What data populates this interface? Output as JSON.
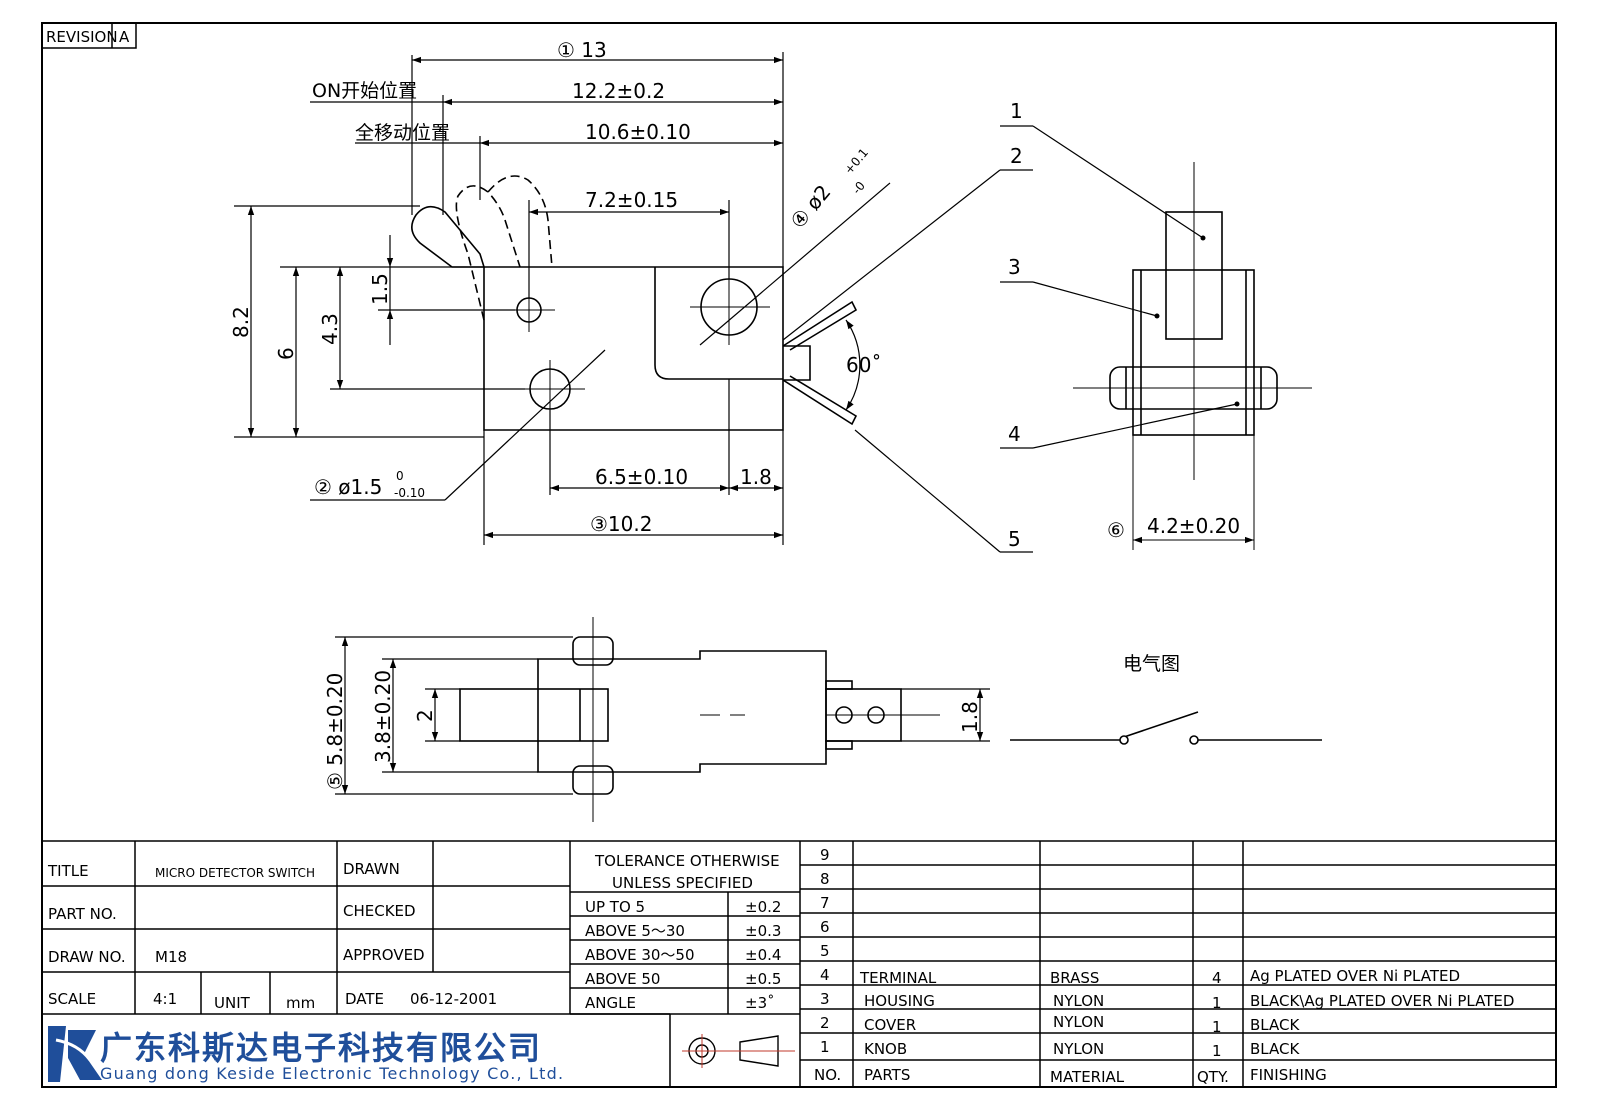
{
  "revision": {
    "label": "REVISION",
    "value": "A"
  },
  "dimensions": {
    "d13": "① 13",
    "d12_2": "12.2±0.2",
    "d10_6": "10.6±0.10",
    "d7_2": "7.2±0.15",
    "d8_2": "8.2",
    "d6": "6",
    "d4_3": "4.3",
    "d1_5": "1.5",
    "hole_small_prefix": "② ø1.5",
    "hole_small_tol_upper": "0",
    "hole_small_tol_lower": "-0.10",
    "d6_5": "6.5±0.10",
    "d1_8": "1.8",
    "d10_2": "③10.2",
    "hole_large": "④ ø2",
    "hole_large_tol_upper": "+0.1",
    "hole_large_tol_lower": "-0",
    "angle": "60˚",
    "d4_2": "4.2±0.20",
    "d4_2_circle": "⑥",
    "d5_8": "⑤ 5.8±0.20",
    "d3_8": "3.8±0.20",
    "d2": "2",
    "d1_8_bottom": "1.8"
  },
  "annotations": {
    "on_start": "ON开始位置",
    "full_travel": "全移动位置",
    "electrical": "电气图"
  },
  "callouts": [
    "1",
    "2",
    "3",
    "4",
    "5"
  ],
  "title_block": {
    "title_label": "TITLE",
    "title_value": "MICRO DETECTOR SWITCH",
    "part_no_label": "PART NO.",
    "part_no_value": "",
    "draw_no_label": "DRAW NO.",
    "draw_no_value": "M18",
    "scale_label": "SCALE",
    "scale_value": "4:1",
    "unit_label": "UNIT",
    "unit_value": "mm",
    "drawn_label": "DRAWN",
    "checked_label": "CHECKED",
    "approved_label": "APPROVED",
    "date_label": "DATE",
    "date_value": "06-12-2001"
  },
  "tolerance": {
    "header1": "TOLERANCE OTHERWISE",
    "header2": "UNLESS SPECIFIED",
    "rows": [
      {
        "range": "UP TO 5",
        "tol": "±0.2"
      },
      {
        "range": "ABOVE 5～30",
        "tol": "±0.3"
      },
      {
        "range": "ABOVE 30～50",
        "tol": "±0.4"
      },
      {
        "range": "ABOVE 50",
        "tol": "±0.5"
      },
      {
        "range": "ANGLE",
        "tol": "±3˚"
      }
    ]
  },
  "company": {
    "cn": "广东科斯达电子科技有限公司",
    "en": "Guang dong Keside Electronic Technology Co., Ltd."
  },
  "bom": {
    "header": {
      "no": "NO.",
      "parts": "PARTS",
      "material": "MATERIAL",
      "qty": "QTY.",
      "finishing": "FINISHING"
    },
    "empty_rows": [
      "9",
      "8",
      "7",
      "6",
      "5"
    ],
    "rows": [
      {
        "no": "4",
        "parts": "TERMINAL",
        "material": "BRASS",
        "qty": "4",
        "finishing": "Ag PLATED OVER Ni PLATED"
      },
      {
        "no": "3",
        "parts": "HOUSING",
        "material": "NYLON",
        "qty": "1",
        "finishing": "BLACK\\Ag PLATED OVER Ni PLATED"
      },
      {
        "no": "2",
        "parts": "COVER",
        "material": "NYLON",
        "qty": "1",
        "finishing": "BLACK"
      },
      {
        "no": "1",
        "parts": "KNOB",
        "material": "NYLON",
        "qty": "1",
        "finishing": "BLACK"
      }
    ]
  }
}
